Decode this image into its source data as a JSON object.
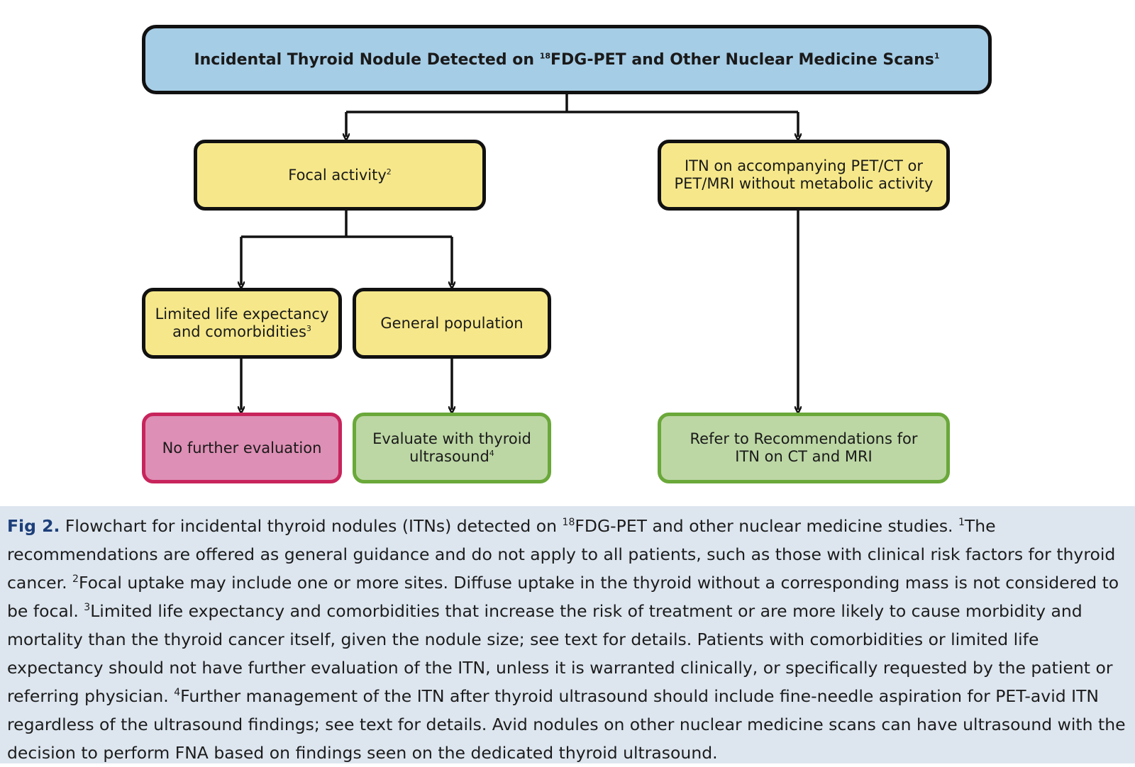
{
  "nodes": {
    "top": {
      "text": "Incidental Thyroid Nodule Detected on ",
      "sup1": "18",
      "text2": "FDG-PET and Other Nuclear Medicine Scans",
      "sup2": "1"
    },
    "focal": {
      "text": "Focal activity",
      "sup": "2"
    },
    "itn": {
      "line1": "ITN on accompanying PET/CT or",
      "line2": "PET/MRI without metabolic activity"
    },
    "limited": {
      "line1": "Limited life expectancy",
      "line2": "and comorbidities",
      "sup": "3"
    },
    "general": {
      "text": "General population"
    },
    "nofurther": {
      "text": "No further evaluation"
    },
    "evaluate": {
      "line1": "Evaluate with thyroid",
      "line2": "ultrasound",
      "sup": "4"
    },
    "refer": {
      "line1": "Refer to Recommendations for",
      "line2": "ITN on CT and MRI"
    }
  },
  "colors": {
    "blue_fill": "#a6cde6",
    "yellow_fill": "#f6e88a",
    "pink_fill": "#de8fb5",
    "pink_border": "#c8245c",
    "green_fill": "#bcd7a4",
    "green_border": "#6aa83a",
    "caption_bg": "#dde6ef",
    "fig_label": "#1d3f7a"
  },
  "caption": {
    "fig_label": "Fig 2.",
    "s0": " Flowchart for incidental thyroid nodules (ITNs) detected on ",
    "sup0": "18",
    "s1": "FDG-PET and other nuclear medicine studies. ",
    "sup1": "1",
    "s2": "The recommendations are offered as general guidance and do not apply to all patients, such as those with clinical risk factors for thyroid cancer. ",
    "sup2": "2",
    "s3": "Focal uptake may include one or more sites. Diffuse uptake in the thyroid without a corresponding mass is not considered to be focal. ",
    "sup3": "3",
    "s4": "Limited life expectancy and comorbidities that increase the risk of treatment or are more likely to cause morbidity and mortality than the thyroid cancer itself, given the nodule size; see text for details. Patients with comorbidities or limited life expectancy should not have further evaluation of the ITN, unless it is warranted clinically, or specifically requested by the patient or referring physician. ",
    "sup4": "4",
    "s5": "Further management of the ITN after thyroid ultrasound should include fine-needle aspiration for PET-avid ITN regardless of the ultrasound findings; see text for details. Avid nodules on other nuclear medicine scans can have ultrasound with the decision to perform FNA based on findings seen on the dedicated thyroid ultrasound."
  }
}
